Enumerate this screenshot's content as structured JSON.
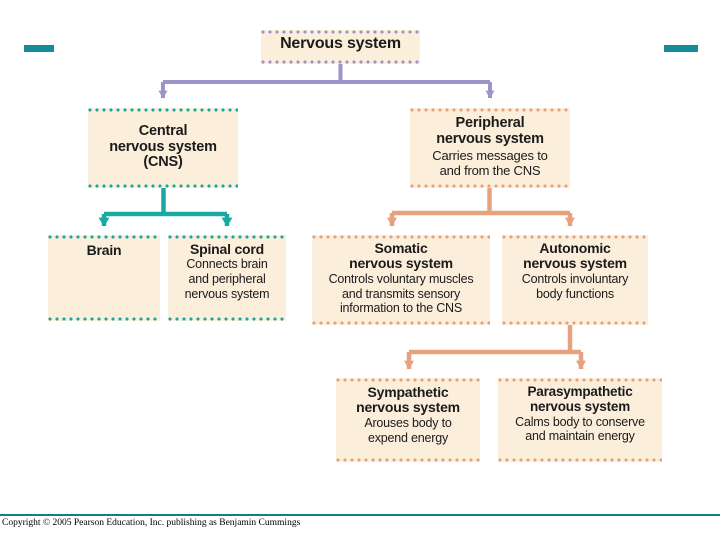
{
  "slide": {
    "background_color": "#ffffff",
    "accent_rule_color": "#158c95"
  },
  "colors": {
    "box_fill": "#fbeeda",
    "purple": "#9b95c9",
    "teal": "#18a9a3",
    "orange": "#e8a17e",
    "text": "#1b1b1b"
  },
  "nodes": {
    "nervous_system": {
      "title": "Nervous system",
      "desc": "",
      "border_color_name": "purple"
    },
    "cns": {
      "title": "Central\nnervous system\n(CNS)",
      "title_lines": [
        "Central",
        "nervous system",
        "(CNS)"
      ],
      "desc": "",
      "border_color_name": "teal"
    },
    "pns": {
      "title_lines": [
        "Peripheral",
        "nervous system"
      ],
      "desc_lines": [
        "Carries messages to",
        "and from the CNS"
      ],
      "border_color_name": "orange"
    },
    "brain": {
      "title_lines": [
        "Brain"
      ],
      "desc_lines": [],
      "border_color_name": "teal"
    },
    "spinal_cord": {
      "title_lines": [
        "Spinal cord"
      ],
      "desc_lines": [
        "Connects brain",
        "and peripheral",
        "nervous system"
      ],
      "border_color_name": "teal"
    },
    "somatic": {
      "title_lines": [
        "Somatic",
        "nervous system"
      ],
      "desc_lines": [
        "Controls voluntary muscles",
        "and transmits sensory",
        "information to the CNS"
      ],
      "border_color_name": "orange"
    },
    "autonomic": {
      "title_lines": [
        "Autonomic",
        "nervous system"
      ],
      "desc_lines": [
        "Controls involuntary",
        "body functions"
      ],
      "border_color_name": "orange"
    },
    "sympathetic": {
      "title_lines": [
        "Sympathetic",
        "nervous system"
      ],
      "desc_lines": [
        "Arouses body to",
        "expend energy"
      ],
      "border_color_name": "orange"
    },
    "parasympathetic": {
      "title_lines": [
        "Parasympathetic",
        "nervous system"
      ],
      "desc_lines": [
        "Calms body to conserve",
        "and maintain energy"
      ],
      "border_color_name": "orange"
    }
  },
  "footer": {
    "copyright": "Copyright © 2005 Pearson Education, Inc. publishing as Benjamin Cummings",
    "rule_color": "#117f86"
  }
}
